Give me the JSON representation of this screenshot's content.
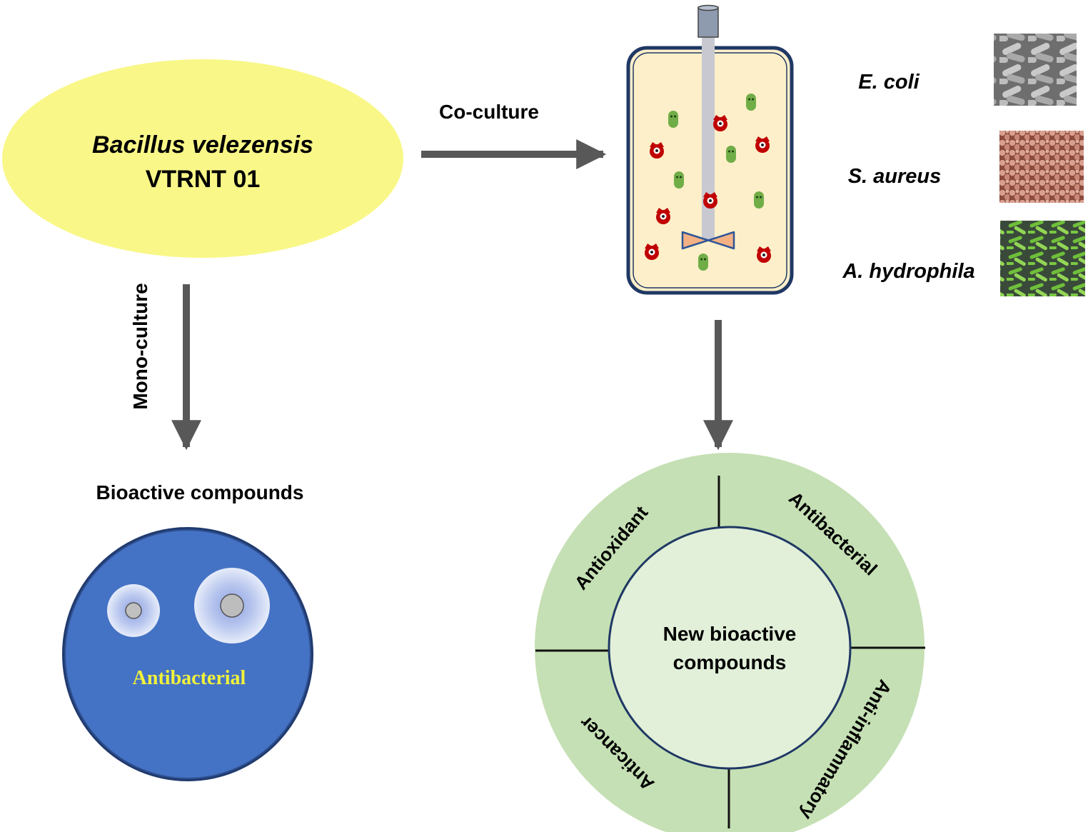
{
  "organism": {
    "genus_species": "Bacillus velezensis",
    "strain": "VTRNT 01"
  },
  "coculture_label": "Co-culture",
  "monoculture_label": "Mono-culture",
  "pathogens": [
    {
      "name": "E. coli",
      "texture": "rod-sem-gray"
    },
    {
      "name": "S. aureus",
      "texture": "cocci-sem-pink"
    },
    {
      "name": "A. hydrophila",
      "texture": "rod-sem-green"
    }
  ],
  "mono_result": {
    "title": "Bioactive compounds",
    "plate_label": "Antibacterial"
  },
  "co_result": {
    "center_line1": "New bioactive",
    "center_line2": "compounds",
    "segments": [
      "Antioxidant",
      "Antibacterial",
      "Anti-inflammatory",
      "Anticancer"
    ]
  },
  "colors": {
    "ellipse_fill": "#f9f787",
    "arrow": "#585858",
    "bioreactor_fill": "#fdefc9",
    "bioreactor_border": "#1f3864",
    "plate_fill": "#4472c4",
    "plate_label": "#f2f23a",
    "ring_fill": "#c5e0b4",
    "ring_inner": "#e2f0d9",
    "microbe_red": "#c00000",
    "microbe_green": "#70ad47"
  }
}
